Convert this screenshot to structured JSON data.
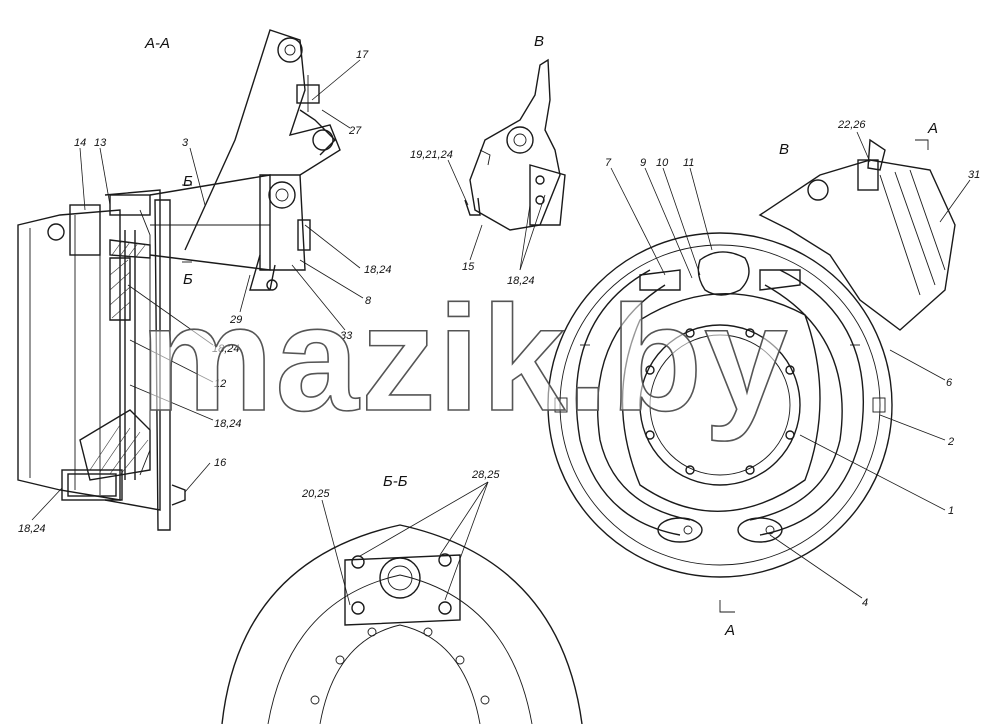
{
  "sections": {
    "aa": "А-А",
    "v": "В",
    "bb": "Б-Б",
    "v_small": "В",
    "a_small_top": "А",
    "a_small_bottom": "А",
    "b_upper": "Б",
    "b_lower": "Б"
  },
  "labels": {
    "l14": "14",
    "l13": "13",
    "l3": "3",
    "l17": "17",
    "l27": "27",
    "l18_24_a": "18,24",
    "l8": "8",
    "l33": "33",
    "l29": "29",
    "l18_24_b": "18,24",
    "l12": "12",
    "l18_24_c": "18,24",
    "l16": "16",
    "l18_24_d": "18,24",
    "l19_21_24": "19,21,24",
    "l15": "15",
    "l18_24_e": "18,24",
    "l7": "7",
    "l9": "9",
    "l10": "10",
    "l11": "11",
    "l22_26": "22,26",
    "l31": "31",
    "l6": "6",
    "l2": "2",
    "l1": "1",
    "l4": "4",
    "l20_25": "20,25",
    "l28_25": "28,25"
  },
  "watermark": "mazik.by"
}
